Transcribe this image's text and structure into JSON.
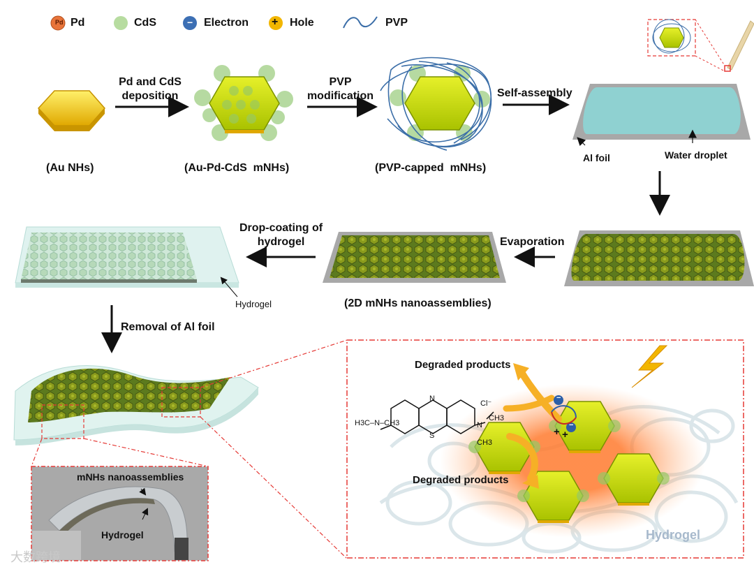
{
  "legend": {
    "pd": "Pd",
    "cds": "CdS",
    "electron": "Electron",
    "hole": "Hole",
    "pvp": "PVP",
    "pd_symbol": "Pd",
    "electron_symbol": "−",
    "hole_symbol": "+"
  },
  "steps": {
    "pd_cds_deposition": "Pd and CdS\ndeposition",
    "pvp_modification": "PVP\nmodification",
    "self_assembly": "Self-assembly",
    "evaporation": "Evaporation",
    "drop_coating": "Drop-coating of\nhydrogel",
    "removal": "Removal of Al foil"
  },
  "captions": {
    "au_nhs": "(Au NHs)",
    "au_pd_cds": "(Au-Pd-CdS  mNHs)",
    "pvp_capped": "(PVP-capped  mNHs)",
    "nanoassemblies_2d": "(2D mNHs nanoassemblies)"
  },
  "annotations": {
    "al_foil": "Al foil",
    "water_droplet": "Water droplet",
    "hydrogel_film": "Hydrogel",
    "photo_mnhs": "mNHs nanoassemblies",
    "photo_hydrogel": "Hydrogel",
    "degraded_top": "Degraded products",
    "degraded_bottom": "Degraded products",
    "hydrogel_inset": "Hydrogel"
  },
  "molecule": {
    "left_group": "H3C–N–CH3",
    "n_label": "N",
    "s_label": "S",
    "cl_label": "Cl⁻",
    "right_ch3_top": "CH3",
    "right_ch3_bottom": "CH3",
    "right_n": "N"
  },
  "watermark": "大数跨境",
  "colors": {
    "gold": "#f2c200",
    "cds_green": "#9ccc65",
    "hex_yellow": "#c8e000",
    "water": "#8dd3d3",
    "foil": "#9e9e9e",
    "pvp": "#3b6ea8",
    "red_dash": "#e53935",
    "orange_glow": "#ff8a3d"
  }
}
